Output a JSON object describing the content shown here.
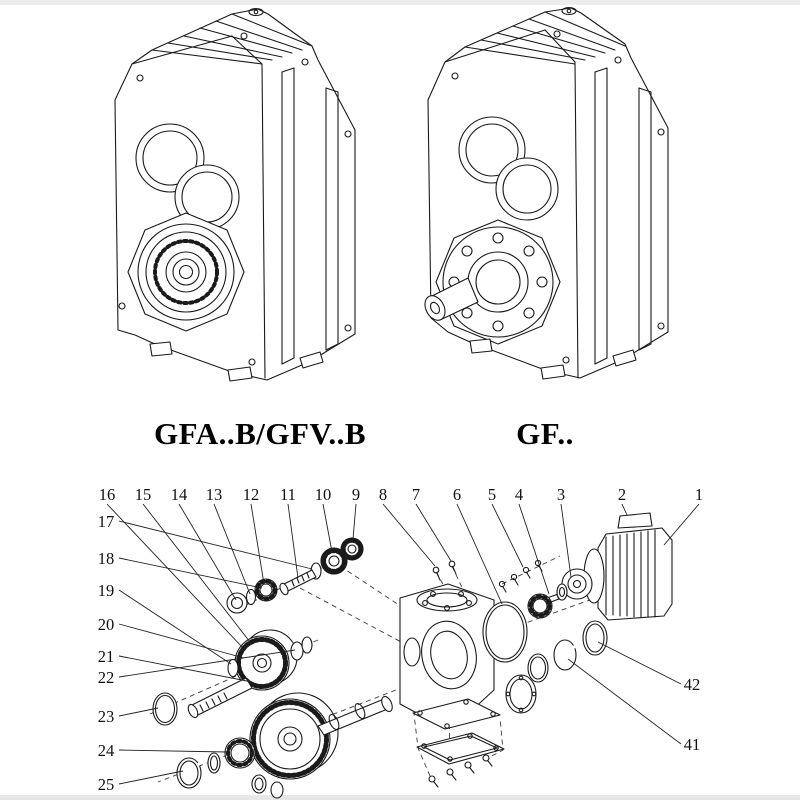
{
  "figures": {
    "left_label": "GFA..B/GFV..B",
    "right_label": "GF.."
  },
  "exploded": {
    "callouts": [
      {
        "label": "16"
      },
      {
        "label": "15"
      },
      {
        "label": "14"
      },
      {
        "label": "13"
      },
      {
        "label": "12"
      },
      {
        "label": "11"
      },
      {
        "label": "10"
      },
      {
        "label": "9"
      },
      {
        "label": "8"
      },
      {
        "label": "7"
      },
      {
        "label": "6"
      },
      {
        "label": "5"
      },
      {
        "label": "4"
      },
      {
        "label": "3"
      },
      {
        "label": "2"
      },
      {
        "label": "1"
      },
      {
        "label": "17"
      },
      {
        "label": "18"
      },
      {
        "label": "19"
      },
      {
        "label": "20"
      },
      {
        "label": "21"
      },
      {
        "label": "22"
      },
      {
        "label": "23"
      },
      {
        "label": "24"
      },
      {
        "label": "25"
      },
      {
        "label": "42"
      },
      {
        "label": "41"
      }
    ]
  },
  "colors": {
    "line": "#1a1a1a",
    "paper": "#ffffff",
    "strip": "#ededed"
  }
}
